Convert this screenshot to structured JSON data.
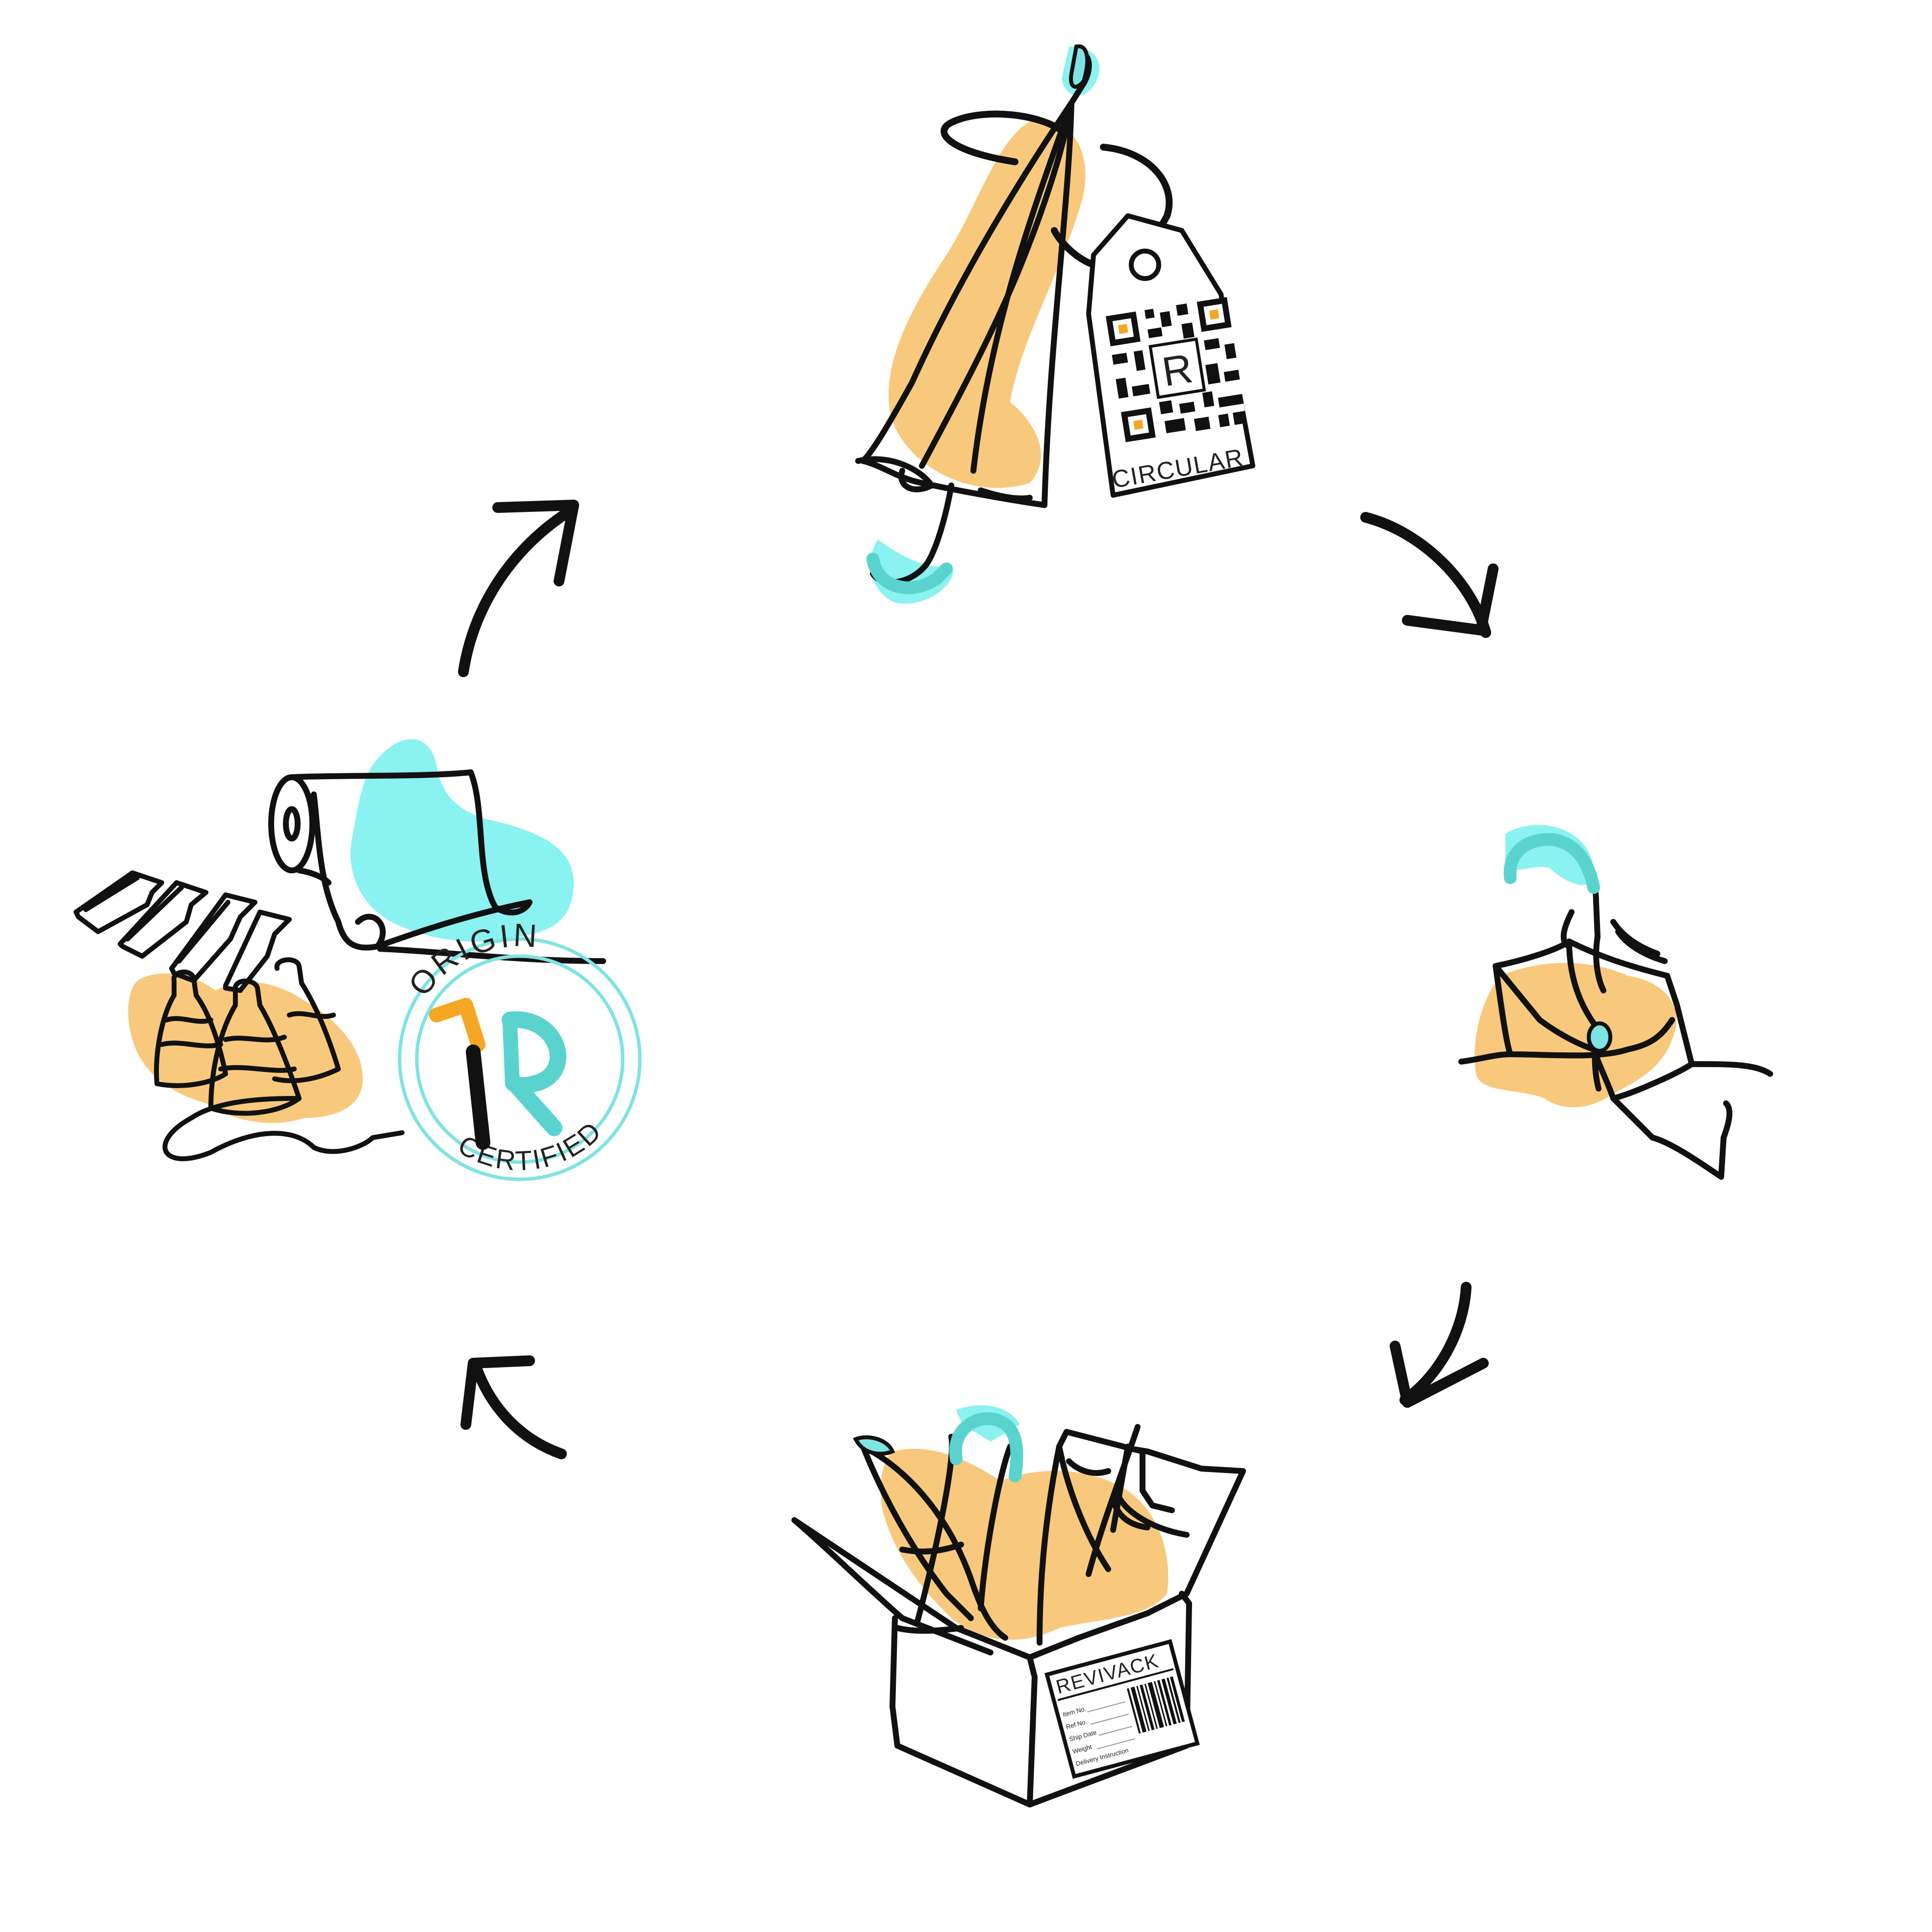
{
  "colors": {
    "orange": "#f8c97c",
    "cyan": "#8af2f0",
    "cyan_light": "#7fe3e3",
    "teal": "#5ad3cf",
    "ink": "#111111",
    "yellow": "#f5a623"
  },
  "steps": [
    {
      "id": "tagged-umbrella",
      "tag_text": "CIRCULAR",
      "qr_logo": "R"
    },
    {
      "id": "broken-umbrella"
    },
    {
      "id": "collection-box",
      "brand": "REVIVACK",
      "label_fields": [
        "Item No.",
        "Ref No.",
        "Ship Date",
        "Weight",
        "Delivery Instruction"
      ]
    },
    {
      "id": "raw-materials",
      "seal_top": "ORIGIN",
      "seal_bottom": "CERTIFIED",
      "seal_logo": "R"
    }
  ],
  "arrows": [
    "arrow-top-right",
    "arrow-bottom-right",
    "arrow-bottom-left",
    "arrow-top-left"
  ]
}
